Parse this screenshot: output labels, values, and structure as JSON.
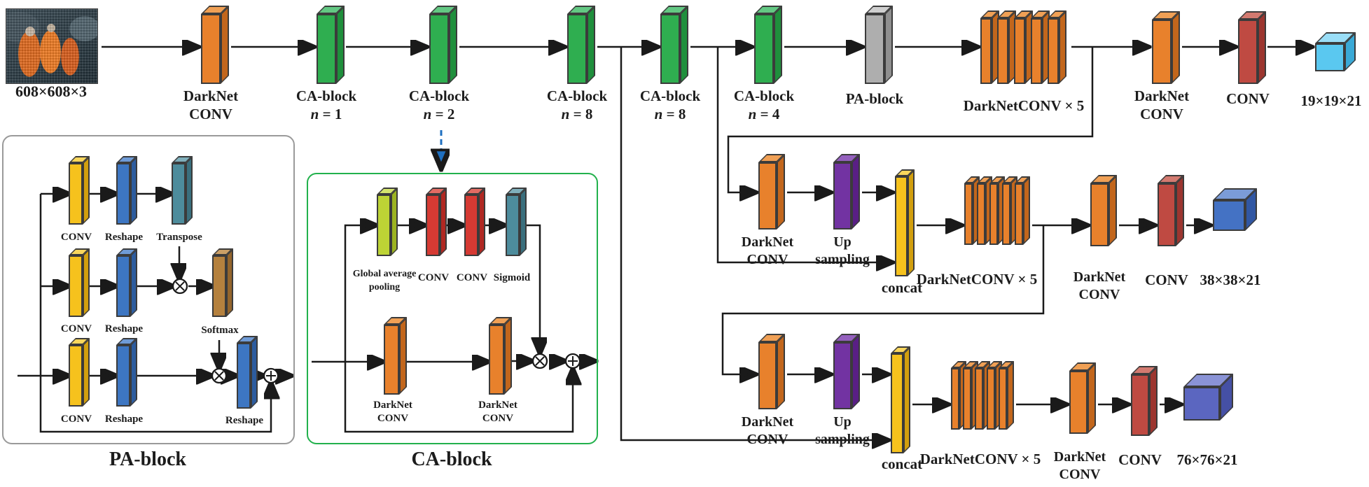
{
  "nodes": {
    "input": {
      "caption": "608×608×3"
    },
    "backbone_conv": {
      "l1": "DarkNet",
      "l2": "CONV"
    },
    "ca1": {
      "l1": "CA-block",
      "l2": "n = 1"
    },
    "ca2": {
      "l1": "CA-block",
      "l2": "n = 2"
    },
    "ca8a": {
      "l1": "CA-block",
      "l2": "n = 8"
    },
    "ca8b": {
      "l1": "CA-block",
      "l2": "n = 8"
    },
    "ca4": {
      "l1": "CA-block",
      "l2": "n = 4"
    },
    "pa": {
      "l1": "PA-block"
    },
    "neck1_stack": {
      "l1": "DarkNetCONV × 5"
    },
    "head1_dn": {
      "l1": "DarkNet",
      "l2": "CONV"
    },
    "head1_conv": {
      "l1": "CONV"
    },
    "head1_out": {
      "l1": "19×19×21"
    },
    "b2_dn": {
      "l1": "DarkNet",
      "l2": "CONV"
    },
    "b2_up": {
      "l1": "Up",
      "l2": "sampling"
    },
    "b2_concat": {
      "l1": "concat"
    },
    "b2_stack": {
      "l1": "DarkNetCONV × 5"
    },
    "b2_head_dn": {
      "l1": "DarkNet",
      "l2": "CONV"
    },
    "b2_head_conv": {
      "l1": "CONV"
    },
    "b2_out": {
      "l1": "38×38×21"
    },
    "b3_dn": {
      "l1": "DarkNet",
      "l2": "CONV"
    },
    "b3_up": {
      "l1": "Up",
      "l2": "sampling"
    },
    "b3_concat": {
      "l1": "concat"
    },
    "b3_stack": {
      "l1": "DarkNetCONV × 5"
    },
    "b3_head_dn": {
      "l1": "DarkNet",
      "l2": "CONV"
    },
    "b3_head_conv": {
      "l1": "CONV"
    },
    "b3_out": {
      "l1": "76×76×21"
    }
  },
  "pa_detail": {
    "title": "PA-block",
    "conv_a": "CONV",
    "reshape_a": "Reshape",
    "transpose": "Transpose",
    "conv_b": "CONV",
    "reshape_b": "Reshape",
    "softmax": "Softmax",
    "conv_c": "CONV",
    "reshape_c": "Reshape",
    "reshape_d": "Reshape"
  },
  "ca_detail": {
    "title": "CA-block",
    "gap_l1": "Global average",
    "gap_l2": "pooling",
    "conv_a": "CONV",
    "conv_b": "CONV",
    "sigmoid": "Sigmoid",
    "dn_a_l1": "DarkNet",
    "dn_a_l2": "CONV",
    "dn_b_l1": "DarkNet",
    "dn_b_l2": "CONV"
  },
  "colors": {
    "line": "#1a1a1a",
    "pa_box_border": "#9a9a9a",
    "ca_box_border": "#22b14c",
    "dashed_arrow": "#1e6fc0",
    "orange": {
      "f": "#e8812c",
      "t": "#f0a055",
      "s": "#c2661c"
    },
    "green": {
      "f": "#2fae50",
      "t": "#63c883",
      "s": "#1f8f3c"
    },
    "gray": {
      "f": "#aeaeae",
      "t": "#cfcfcf",
      "s": "#8f8f8f"
    },
    "yellow": {
      "f": "#f6c21d",
      "t": "#f9d65c",
      "s": "#d29f0e"
    },
    "blue": {
      "f": "#3d76c2",
      "t": "#6f9bd6",
      "s": "#2d5c9e"
    },
    "teal": {
      "f": "#4d8c9c",
      "t": "#7fafbb",
      "s": "#3a6f7d"
    },
    "brown": {
      "f": "#b5813e",
      "t": "#cb9f66",
      "s": "#94652c"
    },
    "ygreen": {
      "f": "#bdd335",
      "t": "#d4e46e",
      "s": "#9cb321"
    },
    "red": {
      "f": "#d63a33",
      "t": "#e26b63",
      "s": "#b02822"
    },
    "brick": {
      "f": "#bf4a42",
      "t": "#d37a70",
      "s": "#9c352f"
    },
    "purple": {
      "f": "#7233a2",
      "t": "#9460be",
      "s": "#591f85"
    },
    "sky": {
      "f": "#5ac8f0",
      "t": "#9adef7",
      "s": "#3aa9d6"
    },
    "mblue": {
      "f": "#4472c4",
      "t": "#7b9cd8",
      "s": "#3157a3"
    },
    "indigo": {
      "f": "#5b66c0",
      "t": "#8a93d6",
      "s": "#4550a5"
    }
  }
}
